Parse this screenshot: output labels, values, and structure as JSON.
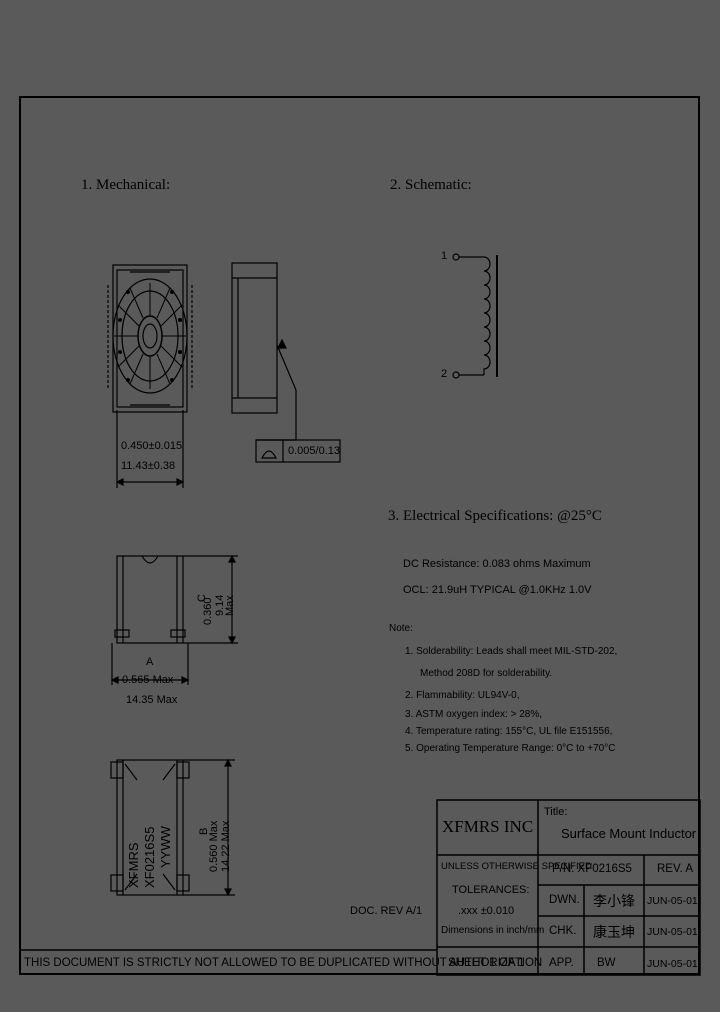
{
  "sections": {
    "mechanical": "1. Mechanical:",
    "schematic": "2. Schematic:",
    "electrical": "3. Electrical Specifications: @25°C"
  },
  "mechanical": {
    "dim_width_in": "0.450±0.015",
    "dim_width_mm": "11.43±0.38",
    "flatness": "0.005/0.13",
    "dim_c_letter": "C",
    "dim_c_in": "0.360",
    "dim_c_mm": "9.14",
    "dim_c_max": "Max",
    "dim_a_letter": "A",
    "dim_a_in": "0.565 Max",
    "dim_a_mm": "14.35 Max",
    "dim_b_letter": "B",
    "dim_b_in": "0.560 Max",
    "dim_b_mm": "14.22 Max",
    "marking_line1": "XFMRS",
    "marking_line2": "XF0216S5",
    "marking_line3": "YYWW"
  },
  "schematic": {
    "pin1": "1",
    "pin2": "2"
  },
  "electrical": {
    "dcr": "DC Resistance: 0.083 ohms Maximum",
    "ocl": "OCL: 21.9uH TYPICAL @1.0KHz 1.0V",
    "notes_title": "Note:",
    "notes": [
      "1. Solderability: Leads shall meet MIL-STD-202,",
      "Method 208D for solderability.",
      "2. Flammability: UL94V-0,",
      "3. ASTM oxygen index: > 28%,",
      "4. Temperature rating: 155°C, UL file E151556,",
      "5. Operating Temperature Range: 0°C to +70°C"
    ]
  },
  "title_block": {
    "company": "XFMRS INC",
    "title_label": "Title:",
    "title": "Surface Mount Inductor",
    "unless": "UNLESS OTHERWISE SPECIFIED",
    "tolerances": "TOLERANCES:",
    "tol_value": ".xxx ±0.010",
    "dims_in": "Dimensions in inch/mm",
    "doc_rev": "DOC. REV A/1",
    "pn": "P/N: XF0216S5",
    "rev": "REV. A",
    "dwn_label": "DWN.",
    "dwn_name": "李小锋",
    "dwn_date": "JUN-05-01",
    "chk_label": "CHK.",
    "chk_name": "康玉坤",
    "chk_date": "JUN-05-01",
    "app_label": "APP.",
    "app_name": "BW",
    "app_date": "JUN-05-01",
    "sheet": "SHEET 1 OF 1",
    "notice": "THIS DOCUMENT IS STRICTLY NOT ALLOWED TO BE DUPLICATED WITHOUT AUTHORIZATION"
  }
}
